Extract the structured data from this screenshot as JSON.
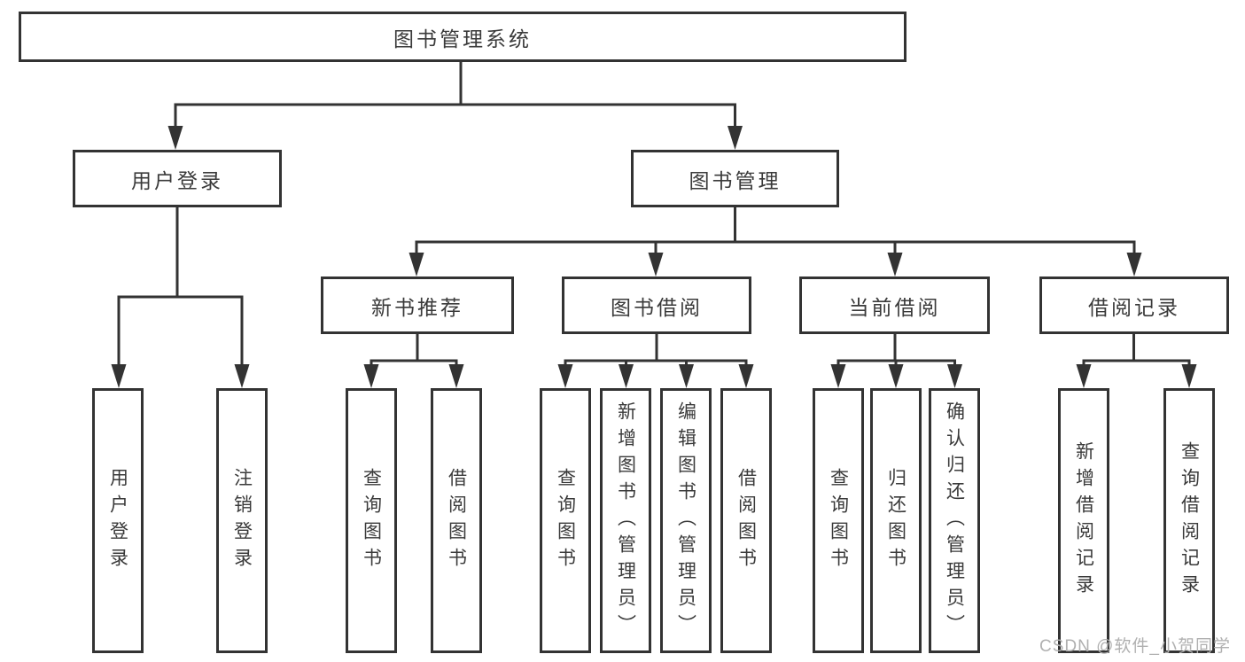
{
  "tree": {
    "label": "图书管理系统",
    "children": [
      {
        "label": "用户登录",
        "children": [
          {
            "label": "用户登录"
          },
          {
            "label": "注销登录"
          }
        ]
      },
      {
        "label": "图书管理",
        "children": [
          {
            "label": "新书推荐",
            "children": [
              {
                "label": "查询图书"
              },
              {
                "label": "借阅图书"
              }
            ]
          },
          {
            "label": "图书借阅",
            "children": [
              {
                "label": "查询图书"
              },
              {
                "label": "新增图书（管理员）"
              },
              {
                "label": "编辑图书（管理员）"
              },
              {
                "label": "借阅图书"
              }
            ]
          },
          {
            "label": "当前借阅",
            "children": [
              {
                "label": "查询图书"
              },
              {
                "label": "归还图书"
              },
              {
                "label": "确认归还（管理员）"
              }
            ]
          },
          {
            "label": "借阅记录",
            "children": [
              {
                "label": "新增借阅记录"
              },
              {
                "label": "查询借阅记录"
              }
            ]
          }
        ]
      }
    ]
  },
  "watermark": {
    "text": "CSDN @软件_小贺同学"
  },
  "colors": {
    "line": "#333333",
    "text": "#3a3a3a",
    "background": "#ffffff",
    "watermark": "#b0b0b0"
  }
}
